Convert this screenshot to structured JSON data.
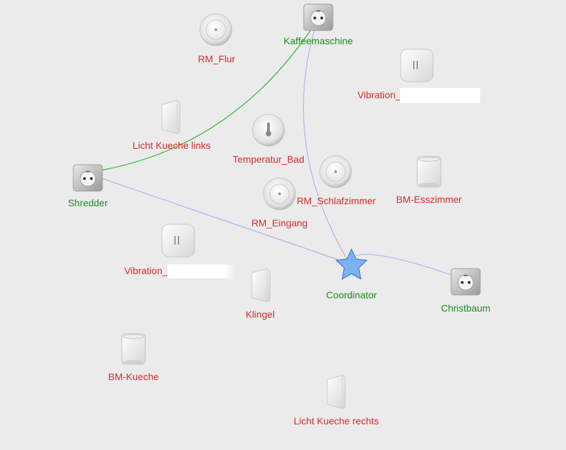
{
  "colors": {
    "background": "#ebebeb",
    "online_label": "#1e8a1e",
    "offline_label": "#d32b2b",
    "link_strong": "#2eb82e",
    "link_weak": "#a7a7f2",
    "coordinator_fill": "#7fb0f5",
    "coordinator_stroke": "#3a6bc2"
  },
  "nodes": {
    "kaffeemaschine": {
      "label": "Kaffeemaschine",
      "status": "online",
      "icon": "smart-plug-icon"
    },
    "rm_flur": {
      "label": "RM_Flur",
      "status": "offline",
      "icon": "smoke-detector-icon"
    },
    "vibration_1": {
      "label": "Vibration_",
      "status": "offline",
      "icon": "vibration-sensor-icon"
    },
    "licht_kueche_links": {
      "label": "Licht Kueche links",
      "status": "offline",
      "icon": "wall-switch-icon"
    },
    "temperatur_bad": {
      "label": "Temperatur_Bad",
      "status": "offline",
      "icon": "temperature-sensor-icon"
    },
    "shredder": {
      "label": "Shredder",
      "status": "online",
      "icon": "smart-plug-icon"
    },
    "rm_schlafzimmer": {
      "label": "RM_Schlafzimmer",
      "status": "offline",
      "icon": "smoke-detector-icon"
    },
    "bm_esszimmer": {
      "label": "BM-Esszimmer",
      "status": "offline",
      "icon": "motion-sensor-icon"
    },
    "rm_eingang": {
      "label": "RM_Eingang",
      "status": "offline",
      "icon": "smoke-detector-icon"
    },
    "vibration_2": {
      "label": "Vibration_",
      "status": "offline",
      "icon": "vibration-sensor-icon"
    },
    "coordinator": {
      "label": "Coordinator",
      "status": "online",
      "icon": "coordinator-star-icon"
    },
    "christbaum": {
      "label": "Christbaum",
      "status": "online",
      "icon": "smart-plug-icon"
    },
    "klingel": {
      "label": "Klingel",
      "status": "offline",
      "icon": "wall-switch-icon"
    },
    "bm_kueche": {
      "label": "BM-Kueche",
      "status": "offline",
      "icon": "motion-sensor-icon"
    },
    "licht_kueche_rechts": {
      "label": "Licht Kueche rechts",
      "status": "offline",
      "icon": "wall-switch-icon"
    }
  },
  "links": [
    {
      "from": "shredder",
      "to": "kaffeemaschine",
      "quality": "strong"
    },
    {
      "from": "kaffeemaschine",
      "to": "coordinator",
      "quality": "weak"
    },
    {
      "from": "shredder",
      "to": "coordinator",
      "quality": "weak"
    },
    {
      "from": "coordinator",
      "to": "christbaum",
      "quality": "weak"
    }
  ]
}
